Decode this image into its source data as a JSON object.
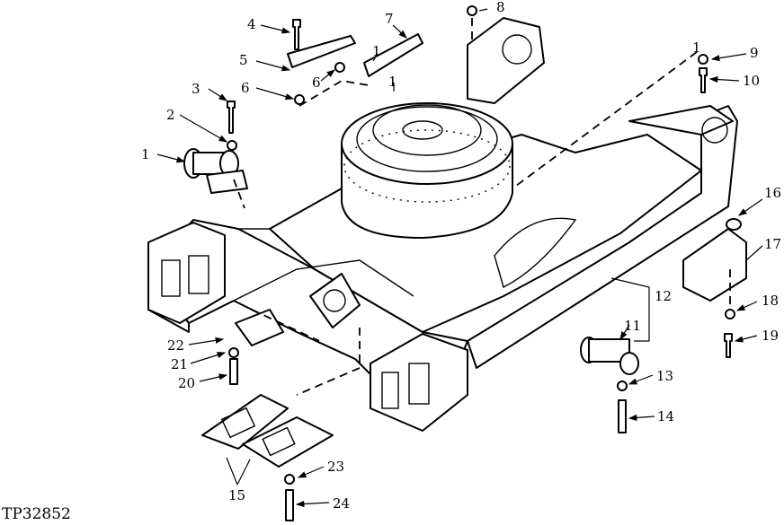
{
  "figure_id": "TP32852",
  "callouts": [
    "1",
    "2",
    "3",
    "4",
    "5",
    "6",
    "6",
    "7",
    "8",
    "9",
    "10",
    "11",
    "12",
    "13",
    "14",
    "15",
    "16",
    "17",
    "18",
    "19",
    "20",
    "21",
    "22",
    "23",
    "24",
    "1",
    "1",
    "1"
  ]
}
